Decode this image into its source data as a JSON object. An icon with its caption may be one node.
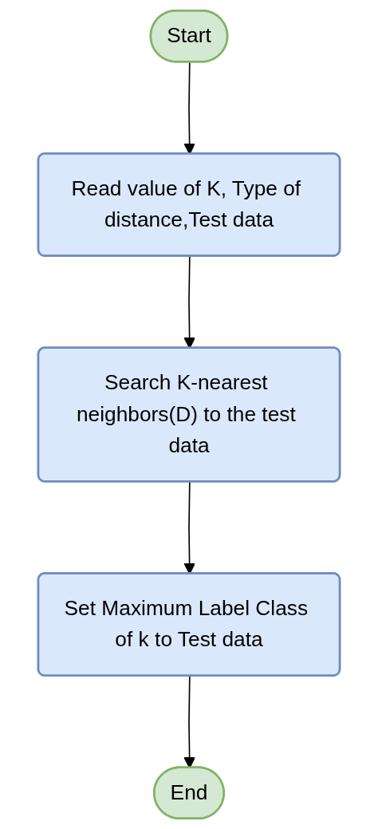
{
  "diagram": {
    "nodes": [
      {
        "text": [
          "Start"
        ]
      },
      {
        "text": [
          "Read value of K, Type of distance,Test data"
        ]
      },
      {
        "text": [
          "Search K-nearest neighbors(D) to the test data"
        ]
      },
      {
        "text": [
          "Set Maximum Label Class of k to Test data"
        ]
      },
      {
        "text": [
          "End"
        ]
      }
    ],
    "edges": [
      {
        "from": 0,
        "to": 1,
        "arrow": "to"
      },
      {
        "from": 1,
        "to": 2,
        "arrow": "to"
      },
      {
        "from": 2,
        "to": 3,
        "arrow": "to"
      },
      {
        "from": 3,
        "to": 4,
        "arrow": "to"
      }
    ]
  }
}
